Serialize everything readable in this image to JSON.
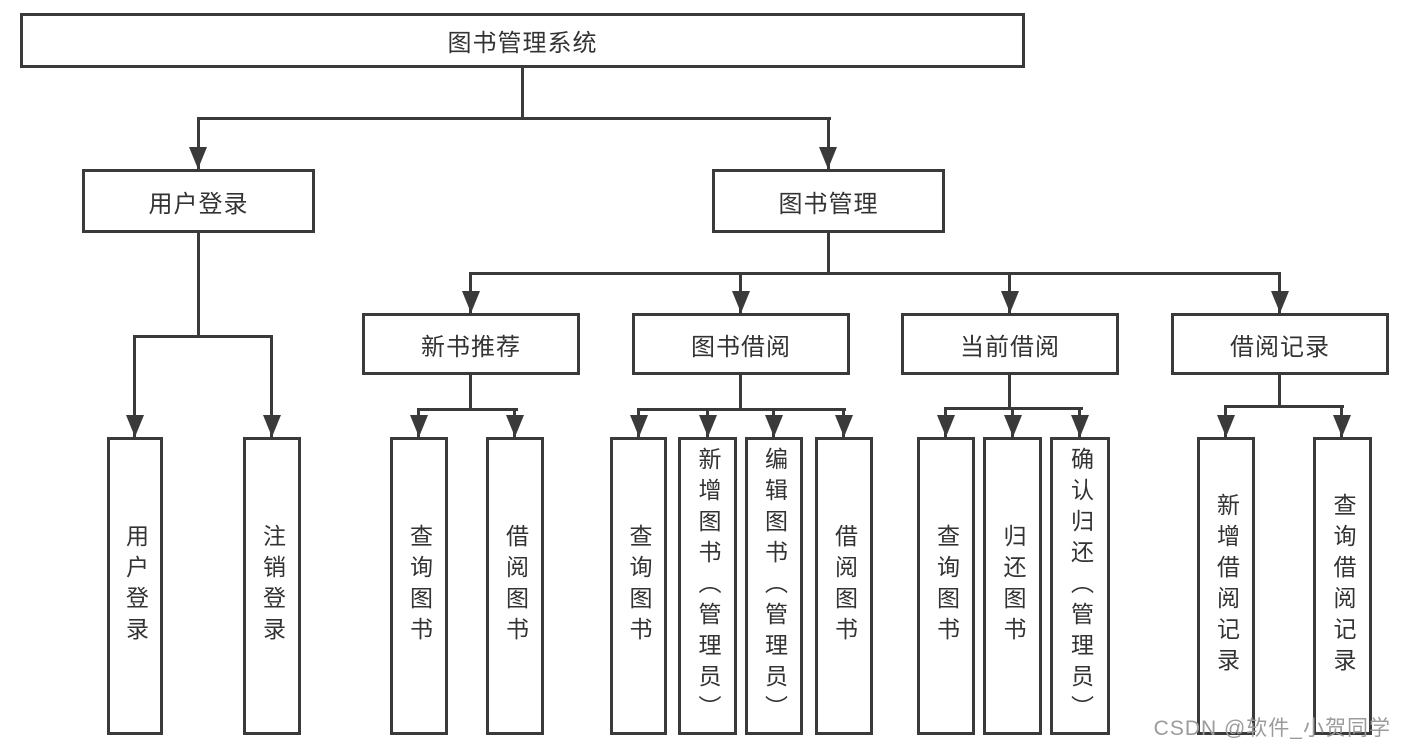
{
  "nodes": {
    "root": "图书管理系统",
    "user_login": {
      "label": "用户登录",
      "children": [
        "用户登录",
        "注销登录"
      ]
    },
    "book_management": {
      "label": "图书管理",
      "children": {
        "new_book_recommend": {
          "label": "新书推荐",
          "children": [
            "查询图书",
            "借阅图书"
          ]
        },
        "book_borrow": {
          "label": "图书借阅",
          "children": [
            "查询图书",
            "新增图书（管理员）",
            "编辑图书（管理员）",
            "借阅图书"
          ]
        },
        "current_borrow": {
          "label": "当前借阅",
          "children": [
            "查询图书",
            "归还图书",
            "确认归还（管理员）"
          ]
        },
        "borrow_record": {
          "label": "借阅记录",
          "children": [
            "新增借阅记录",
            "查询借阅记录"
          ]
        }
      }
    }
  },
  "watermark": "CSDN @软件_小贺同学",
  "colors": {
    "line": "#3a3a3a",
    "text": "#333333",
    "watermark": "#9b9b9b",
    "background": "#ffffff"
  }
}
